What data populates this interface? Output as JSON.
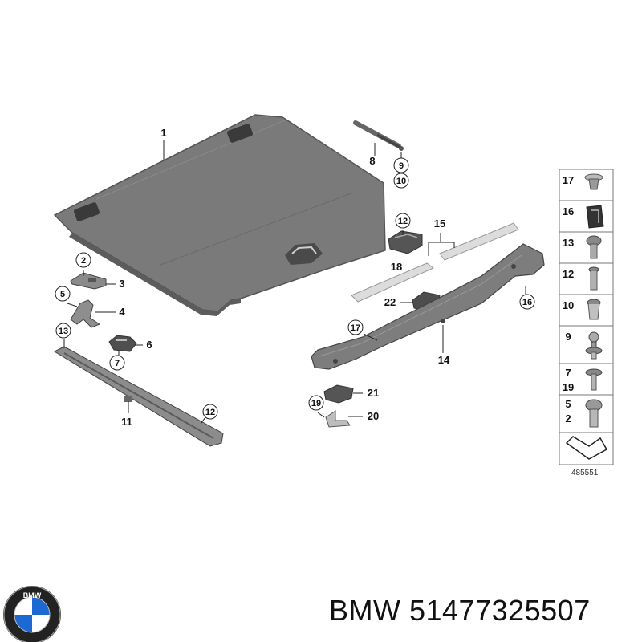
{
  "diagram": {
    "callouts": [
      {
        "id": "c1",
        "text": "1"
      },
      {
        "id": "c2",
        "text": "2",
        "circled": true
      },
      {
        "id": "c3",
        "text": "3"
      },
      {
        "id": "c4",
        "text": "4"
      },
      {
        "id": "c5",
        "text": "5",
        "circled": true
      },
      {
        "id": "c6",
        "text": "6"
      },
      {
        "id": "c7",
        "text": "7",
        "circled": true
      },
      {
        "id": "c8",
        "text": "8"
      },
      {
        "id": "c9",
        "text": "9",
        "circled": true
      },
      {
        "id": "c10",
        "text": "10",
        "circled": true
      },
      {
        "id": "c11",
        "text": "11"
      },
      {
        "id": "c12a",
        "text": "12",
        "circled": true
      },
      {
        "id": "c12b",
        "text": "12",
        "circled": true
      },
      {
        "id": "c13",
        "text": "13",
        "circled": true
      },
      {
        "id": "c14",
        "text": "14"
      },
      {
        "id": "c15",
        "text": "15"
      },
      {
        "id": "c16",
        "text": "16",
        "circled": true
      },
      {
        "id": "c17",
        "text": "17",
        "circled": true
      },
      {
        "id": "c18",
        "text": "18"
      },
      {
        "id": "c19",
        "text": "19",
        "circled": true
      },
      {
        "id": "c20",
        "text": "20"
      },
      {
        "id": "c21",
        "text": "21"
      },
      {
        "id": "c22",
        "text": "22"
      }
    ],
    "fastener_column": [
      {
        "labels": [
          "17"
        ],
        "icon": "push-clip-icon"
      },
      {
        "labels": [
          "16"
        ],
        "icon": "spring-clip-icon"
      },
      {
        "labels": [
          "13"
        ],
        "icon": "screw-icon"
      },
      {
        "labels": [
          "12"
        ],
        "icon": "bolt-icon"
      },
      {
        "labels": [
          "10"
        ],
        "icon": "nut-insert-icon"
      },
      {
        "labels": [
          "9"
        ],
        "icon": "ball-stud-icon"
      },
      {
        "labels": [
          "7",
          "19"
        ],
        "icon": "flat-screw-icon"
      },
      {
        "labels": [
          "5",
          "2"
        ],
        "icon": "washer-screw-icon"
      },
      {
        "labels": [],
        "icon": "arrow-icon"
      }
    ],
    "reference_number": "485551"
  },
  "footer": {
    "brand_logo": "bmw-logo-icon",
    "logo_letters": "BMW",
    "part_text": "BMW 51477325507"
  },
  "colors": {
    "panel": "#7a7a7a",
    "panel_edge": "#555555",
    "part_dark": "#5e5e5e",
    "light_strip": "#dcdcdc",
    "line": "#222222"
  }
}
